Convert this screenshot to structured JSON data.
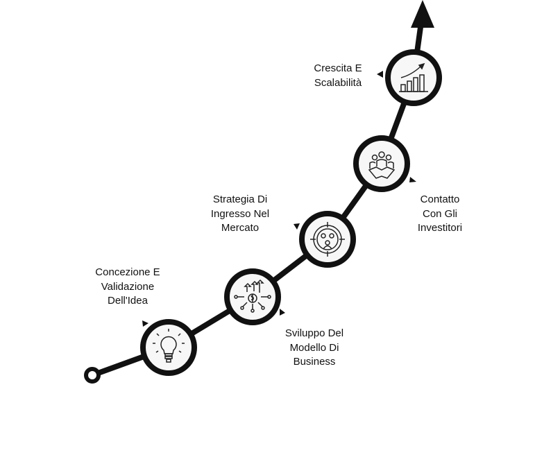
{
  "colors": {
    "line": "#111111",
    "node_fill": "#f7f7f7",
    "text": "#111111"
  },
  "steps": [
    {
      "icon": "lightbulb-icon",
      "lines": [
        "Concezione E",
        "Validazione",
        "Dell'Idea"
      ]
    },
    {
      "icon": "business-model-icon",
      "lines": [
        "Sviluppo Del",
        "Modello Di",
        "Business"
      ]
    },
    {
      "icon": "target-audience-icon",
      "lines": [
        "Strategia Di",
        "Ingresso Nel",
        "Mercato"
      ]
    },
    {
      "icon": "handshake-icon",
      "lines": [
        "Contatto",
        "Con Gli",
        "Investitori"
      ]
    },
    {
      "icon": "growth-chart-icon",
      "lines": [
        "Crescita E",
        "Scalabilità"
      ]
    }
  ]
}
